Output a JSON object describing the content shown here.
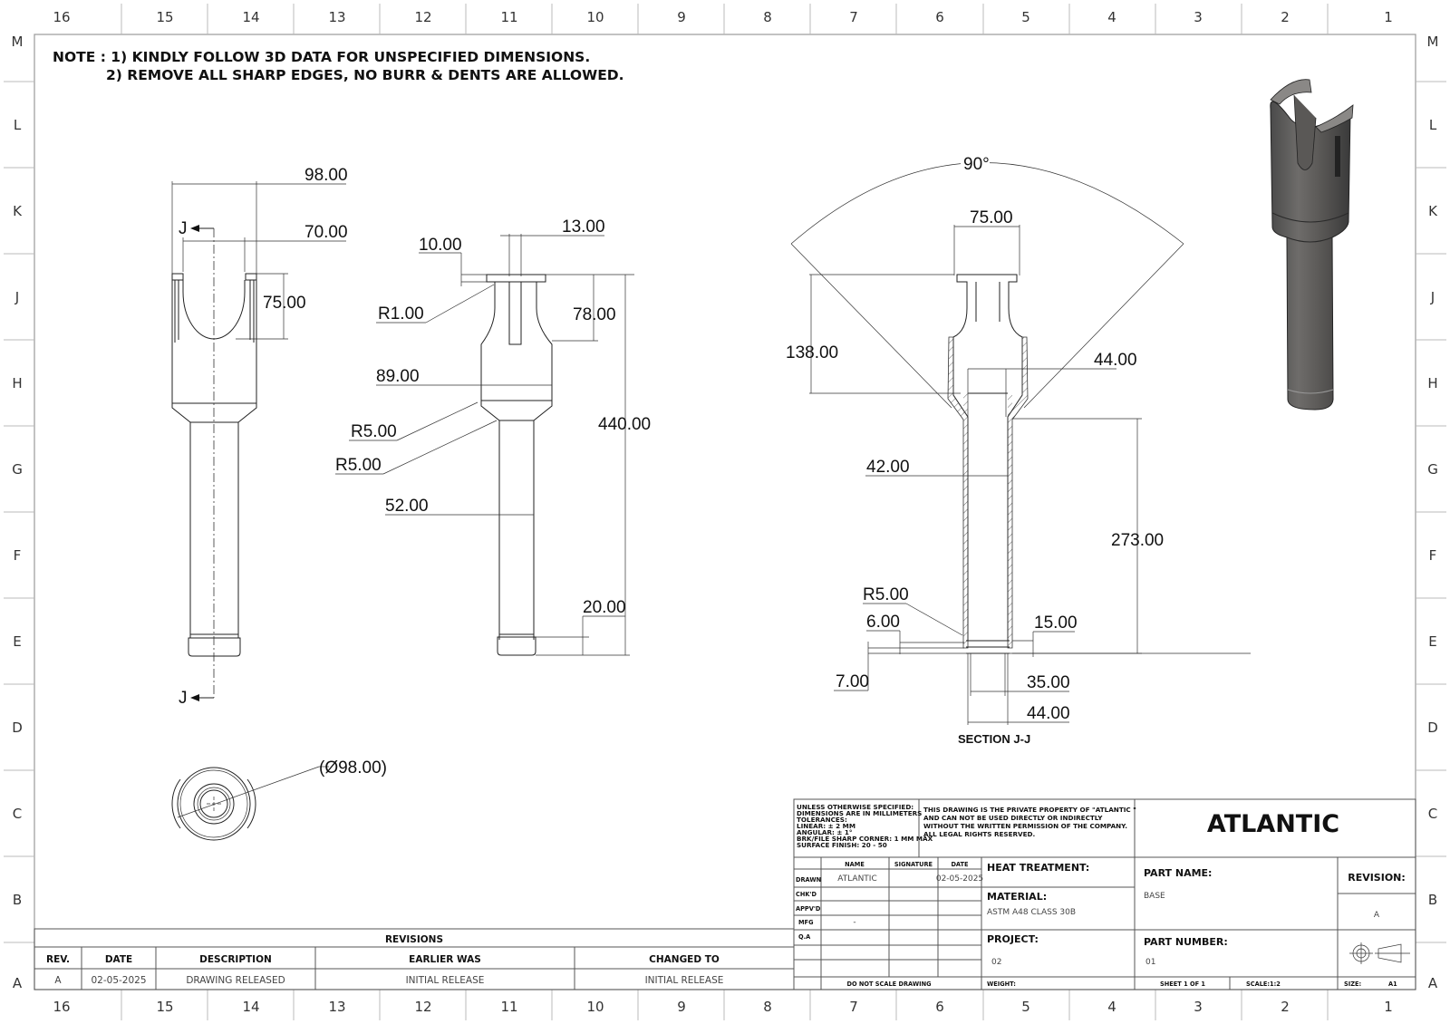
{
  "sheet": {
    "column_labels": [
      "16",
      "15",
      "14",
      "13",
      "12",
      "11",
      "10",
      "9",
      "8",
      "7",
      "6",
      "5",
      "4",
      "3",
      "2",
      "1"
    ],
    "row_labels": [
      "M",
      "L",
      "K",
      "J",
      "H",
      "G",
      "F",
      "E",
      "D",
      "C",
      "B",
      "A"
    ]
  },
  "notes": {
    "line1": "NOTE : 1) KINDLY FOLLOW 3D DATA FOR UNSPECIFIED DIMENSIONS.",
    "line2": "2) REMOVE ALL SHARP EDGES, NO BURR & DENTS ARE ALLOWED."
  },
  "views": {
    "front": {
      "dims": {
        "overall_width": "98.00",
        "inner_width": "70.00",
        "slot_depth": "75.00"
      },
      "section_marker": "J"
    },
    "side": {
      "dims": {
        "slot_width": "13.00",
        "flange_thickness": "10.00",
        "fillet_top": "R1.00",
        "slot_length": "78.00",
        "body_diameter": "89.00",
        "fillet_1": "R5.00",
        "fillet_2": "R5.00",
        "overall_length": "440.00",
        "shaft_diameter": "52.00",
        "end_length": "20.00"
      }
    },
    "section": {
      "title": "SECTION J-J",
      "dims": {
        "angle": "90°",
        "top_width": "75.00",
        "cup_depth": "138.00",
        "bore_upper": "44.00",
        "bore_inner": "42.00",
        "bore_length": "273.00",
        "fillet": "R5.00",
        "groove_width": "6.00",
        "groove_offset": "15.00",
        "end_offset": "7.00",
        "end_inner": "35.00",
        "end_outer": "44.00"
      }
    },
    "bottom": {
      "dims": {
        "diameter": "(Ø98.00)"
      }
    },
    "isometric": {
      "label": "3D model"
    }
  },
  "revisions": {
    "title": "REVISIONS",
    "columns": [
      "REV.",
      "DATE",
      "DESCRIPTION",
      "EARLIER WAS",
      "CHANGED TO"
    ],
    "rows": [
      [
        "A",
        "02-05-2025",
        "DRAWING RELEASED",
        "INITIAL RELEASE",
        "INITIAL RELEASE"
      ]
    ]
  },
  "title_block": {
    "tolerances": [
      "UNLESS OTHERWISE SPECIFIED:",
      "DIMENSIONS ARE IN MILLIMETERS",
      "TOLERANCES:",
      "LINEAR: ± 2 MM",
      "ANGULAR: ± 1°",
      "BRK/FILE SHARP CORNER: 1 MM MAX",
      "SURFACE FINISH: 20 - 50"
    ],
    "property": [
      "THIS DRAWING IS THE PRIVATE PROPERTY OF \"ATLANTIC \"",
      "AND CAN NOT BE USED DIRECTLY OR INDIRECTLY",
      "WITHOUT THE WRITTEN PERMISSION  OF THE COMPANY.",
      "ALL LEGAL RIGHTS RESERVED."
    ],
    "company": "ATLANTIC",
    "sign_headers": [
      "NAME",
      "SIGNATURE",
      "DATE"
    ],
    "sign_rows": [
      {
        "role": "DRAWN",
        "name": "ATLANTIC",
        "signature": "",
        "date": "02-05-2025"
      },
      {
        "role": "CHK'D",
        "name": "",
        "signature": "",
        "date": ""
      },
      {
        "role": "APPV'D",
        "name": "",
        "signature": "",
        "date": ""
      },
      {
        "role": "MFG",
        "name": "-",
        "signature": "",
        "date": ""
      },
      {
        "role": "Q.A",
        "name": "",
        "signature": "",
        "date": ""
      }
    ],
    "heat_treatment_label": "HEAT TREATMENT:",
    "heat_treatment_value": "",
    "material_label": "MATERIAL:",
    "material_value": "ASTM A48 CLASS 30B",
    "project_label": "PROJECT:",
    "project_value": "02",
    "part_name_label": "PART NAME:",
    "part_name_value": "BASE",
    "part_number_label": "PART NUMBER:",
    "part_number_value": "01",
    "revision_label": "REVISION:",
    "revision_value": "A",
    "do_not_scale": "DO NOT SCALE DRAWING",
    "weight_label": "WEIGHT:",
    "sheet": "SHEET 1 OF 1",
    "scale": "SCALE:1:2",
    "size_label": "SIZE:",
    "size_value": "A1"
  }
}
